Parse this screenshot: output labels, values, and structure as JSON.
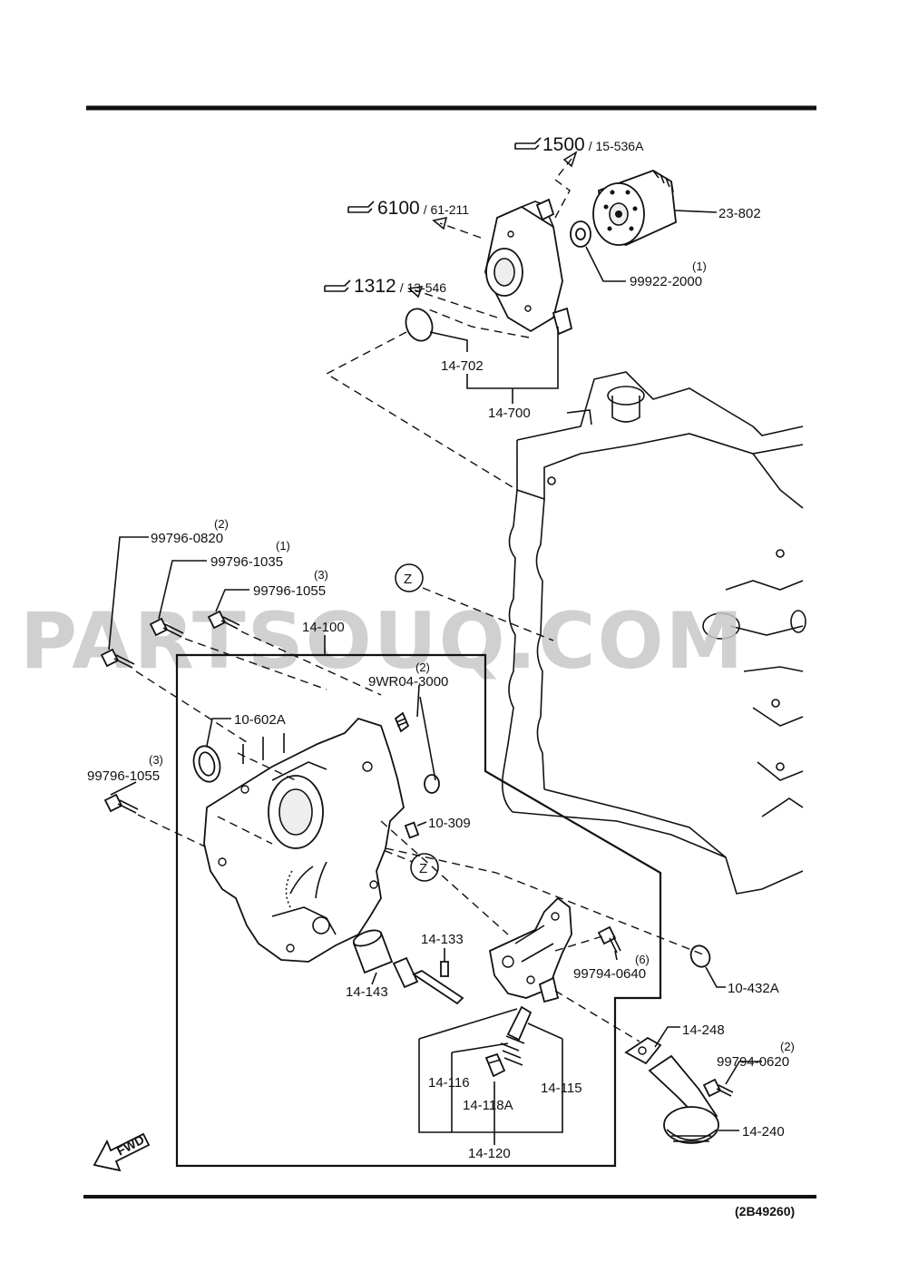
{
  "diagram_code": "(2B49260)",
  "watermark": "PARTSOUQ.COM",
  "fwd_label": "FWD",
  "refs": [
    {
      "num": "1500",
      "sub": "/ 15-536A"
    },
    {
      "num": "6100",
      "sub": "/ 61-211"
    },
    {
      "num": "1312",
      "sub": "/ 13-546"
    }
  ],
  "zone_marker": "Z",
  "parts": {
    "p23_802": "23-802",
    "p99922": {
      "code": "99922-2000",
      "qty": "(1)"
    },
    "p14_702": "14-702",
    "p14_700": "14-700",
    "p99796_0820": {
      "code": "99796-0820",
      "qty": "(2)"
    },
    "p99796_1035": {
      "code": "99796-1035",
      "qty": "(1)"
    },
    "p99796_1055a": {
      "code": "99796-1055",
      "qty": "(3)"
    },
    "p14_100": "14-100",
    "p9wr04": {
      "code": "9WR04-3000",
      "qty": "(2)"
    },
    "p10_602a": "10-602A",
    "p99796_1055b": {
      "code": "99796-1055",
      "qty": "(3)"
    },
    "p10_309": "10-309",
    "p14_133": "14-133",
    "p14_143": "14-143",
    "p99794_0640": {
      "code": "99794-0640",
      "qty": "(6)"
    },
    "p10_432a": "10-432A",
    "p14_248": "14-248",
    "p99794_0620": {
      "code": "99794-0620",
      "qty": "(2)"
    },
    "p14_116": "14-116",
    "p14_115": "14-115",
    "p14_118a": "14-118A",
    "p14_240": "14-240",
    "p14_120": "14-120"
  }
}
